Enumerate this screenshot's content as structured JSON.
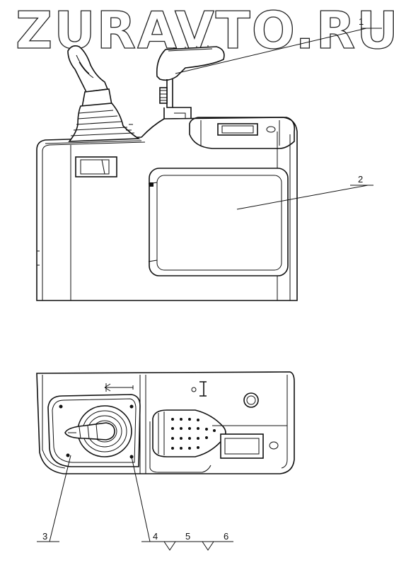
{
  "watermark": "ZURAVTO.RU",
  "callouts": {
    "c1": "1",
    "c2": "2",
    "c3": "3",
    "c4": "4",
    "c5": "5",
    "c6": "6"
  }
}
